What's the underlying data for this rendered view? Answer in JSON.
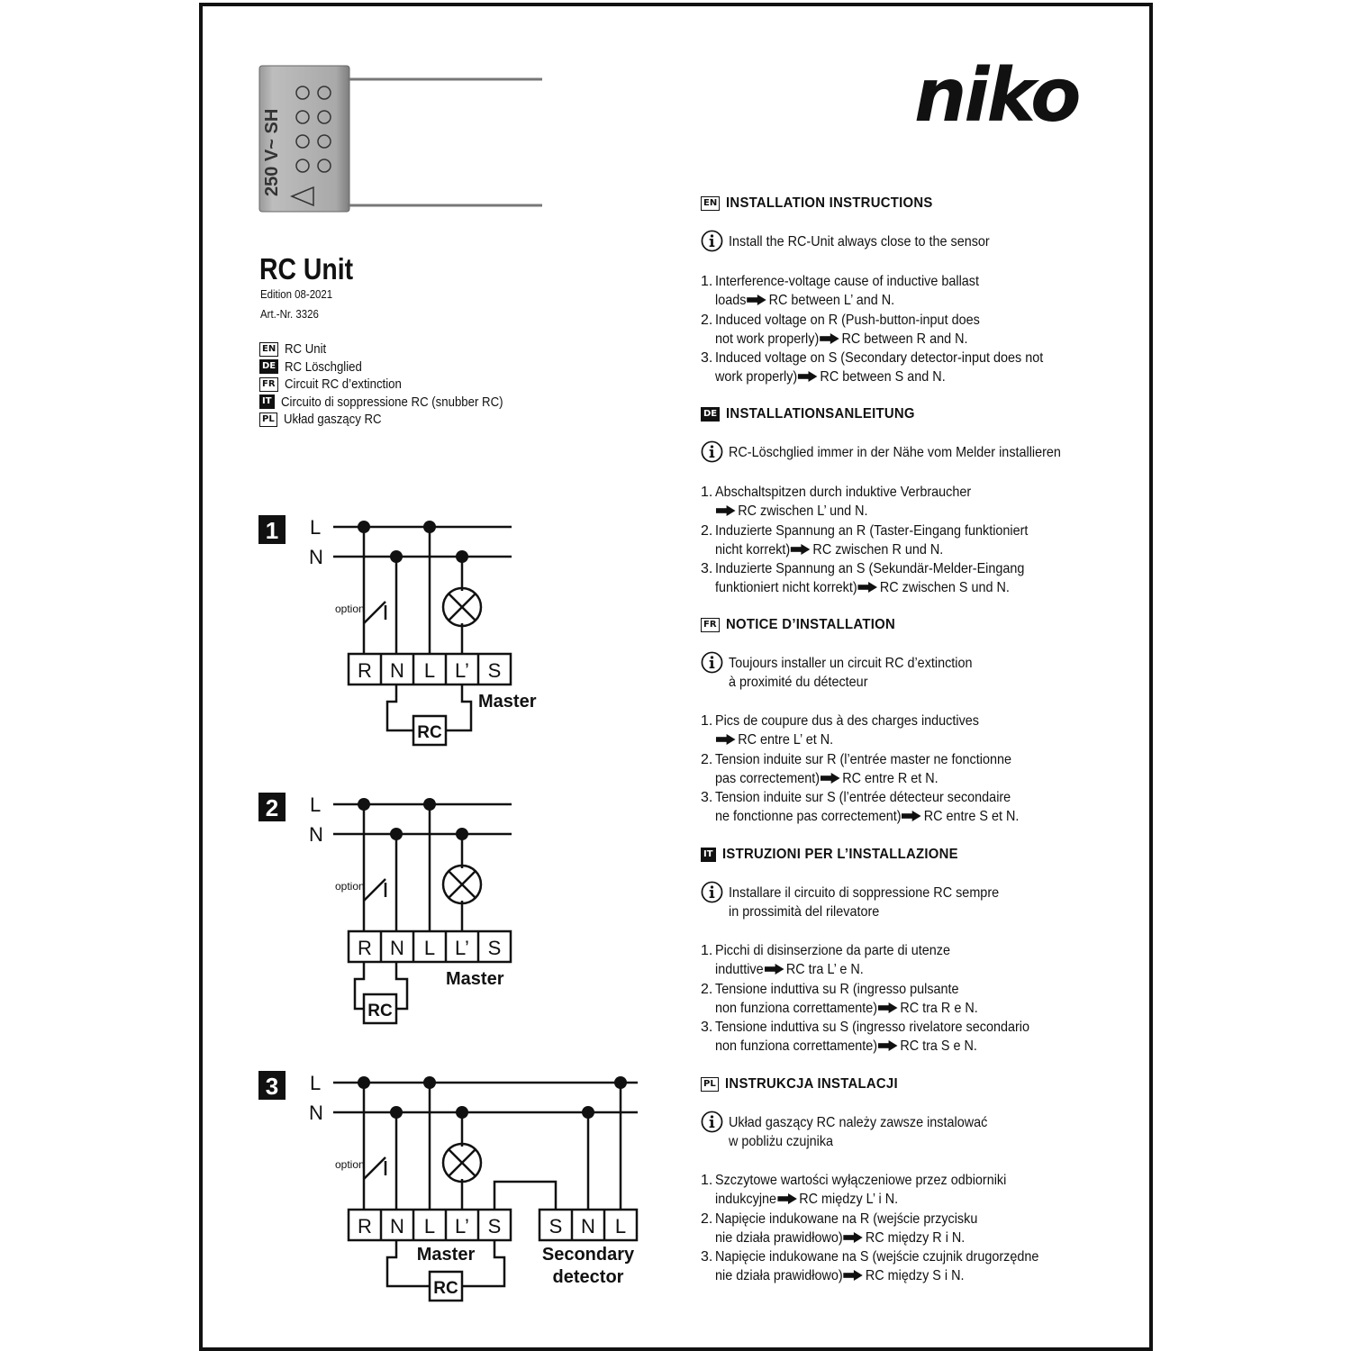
{
  "brand": {
    "logo_text": "niko"
  },
  "capacitor_markings": {
    "line1": "250 V~ SH"
  },
  "product": {
    "title": "RC Unit",
    "edition": "Edition 08-2021",
    "article": "Art.-Nr. 3326"
  },
  "languages": [
    {
      "code": "EN",
      "name": "RC Unit"
    },
    {
      "code": "DE",
      "name": "RC Löschglied"
    },
    {
      "code": "FR",
      "name": "Circuit RC d’extinction"
    },
    {
      "code": "IT",
      "name": "Circuito di soppressione RC (snubber RC)"
    },
    {
      "code": "PL",
      "name": "Układ gaszący RC"
    }
  ],
  "diagrams": {
    "numbers": [
      "1",
      "2",
      "3"
    ],
    "line_L": "L",
    "line_N": "N",
    "option": "option",
    "terminals_master": [
      "R",
      "N",
      "L",
      "L’",
      "S"
    ],
    "terminals_secondary": [
      "S",
      "N",
      "L"
    ],
    "master": "Master",
    "secondary_line1": "Secondary",
    "secondary_line2": "detector",
    "rc": "RC"
  },
  "sections": [
    {
      "code": "EN",
      "heading": "INSTALLATION INSTRUCTIONS",
      "info": "Install the RC-Unit always close to the sensor",
      "steps": [
        [
          [
            "1.",
            "Interference-voltage cause of inductive ballast"
          ],
          [
            "",
            "loads",
            "RC between L’ and N."
          ]
        ],
        [
          [
            "2.",
            "Induced voltage on R (Push-button-input does"
          ],
          [
            "",
            "not work properly)",
            "RC between R and N."
          ]
        ],
        [
          [
            "3.",
            "Induced voltage on S (Secondary detector-input does not"
          ],
          [
            "",
            "work properly)",
            "RC between S and N."
          ]
        ]
      ]
    },
    {
      "code": "DE",
      "heading": "INSTALLATIONSANLEITUNG",
      "info": "RC-Löschglied immer in der Nähe vom Melder installieren",
      "steps": [
        [
          [
            "1.",
            "Abschaltspitzen durch induktive Verbraucher"
          ],
          [
            "",
            "",
            "RC zwischen L’ und N."
          ]
        ],
        [
          [
            "2.",
            "Induzierte Spannung an R (Taster-Eingang funktioniert"
          ],
          [
            "",
            "nicht korrekt)",
            "RC zwischen R und N."
          ]
        ],
        [
          [
            "3.",
            "Induzierte Spannung an S (Sekundär-Melder-Eingang"
          ],
          [
            "",
            "funktioniert nicht korrekt)",
            "RC zwischen S und N."
          ]
        ]
      ]
    },
    {
      "code": "FR",
      "heading": "NOTICE D’INSTALLATION",
      "info": "Toujours installer un circuit RC d’extinction\n à proximité du détecteur",
      "steps": [
        [
          [
            "1.",
            "Pics de coupure dus à des charges inductives"
          ],
          [
            "",
            "",
            "RC entre L’ et N."
          ]
        ],
        [
          [
            "2.",
            "Tension induite sur R (l’entrée master ne fonctionne"
          ],
          [
            "",
            "pas correctement)",
            "RC entre R et N."
          ]
        ],
        [
          [
            "3.",
            "Tension induite sur S (l’entrée détecteur secondaire"
          ],
          [
            "",
            "ne fonctionne pas correctement)",
            "RC entre S et N."
          ]
        ]
      ]
    },
    {
      "code": "IT",
      "heading": "ISTRUZIONI PER L’INSTALLAZIONE",
      "info": "Installare il circuito di soppressione RC sempre\n in prossimità del rilevatore",
      "steps": [
        [
          [
            "1.",
            "Picchi di disinserzione da parte di utenze"
          ],
          [
            "",
            "induttive",
            "RC tra L’ e N."
          ]
        ],
        [
          [
            "2.",
            "Tensione induttiva su R (ingresso pulsante"
          ],
          [
            "",
            "non funziona correttamente)",
            "RC tra R e N."
          ]
        ],
        [
          [
            "3.",
            "Tensione induttiva su S (ingresso rivelatore secondario"
          ],
          [
            "",
            "non funziona correttamente)",
            "RC tra S e N."
          ]
        ]
      ]
    },
    {
      "code": "PL",
      "heading": "INSTRUKCJA INSTALACJI",
      "info": "Układ gaszący RC należy zawsze instalować\n w pobliżu czujnika",
      "steps": [
        [
          [
            "1.",
            "Szczytowe wartości wyłączeniowe przez odbiorniki"
          ],
          [
            "",
            "indukcyjne",
            "RC między L’ i N."
          ]
        ],
        [
          [
            "2.",
            "Napięcie indukowane na R (wejście przycisku"
          ],
          [
            "",
            "nie działa prawidłowo)",
            "RC między R i N."
          ]
        ],
        [
          [
            "3.",
            "Napięcie indukowane na S (wejście czujnik drugorzędne"
          ],
          [
            "",
            "nie działa prawidłowo)",
            "RC między S i N."
          ]
        ]
      ]
    }
  ]
}
